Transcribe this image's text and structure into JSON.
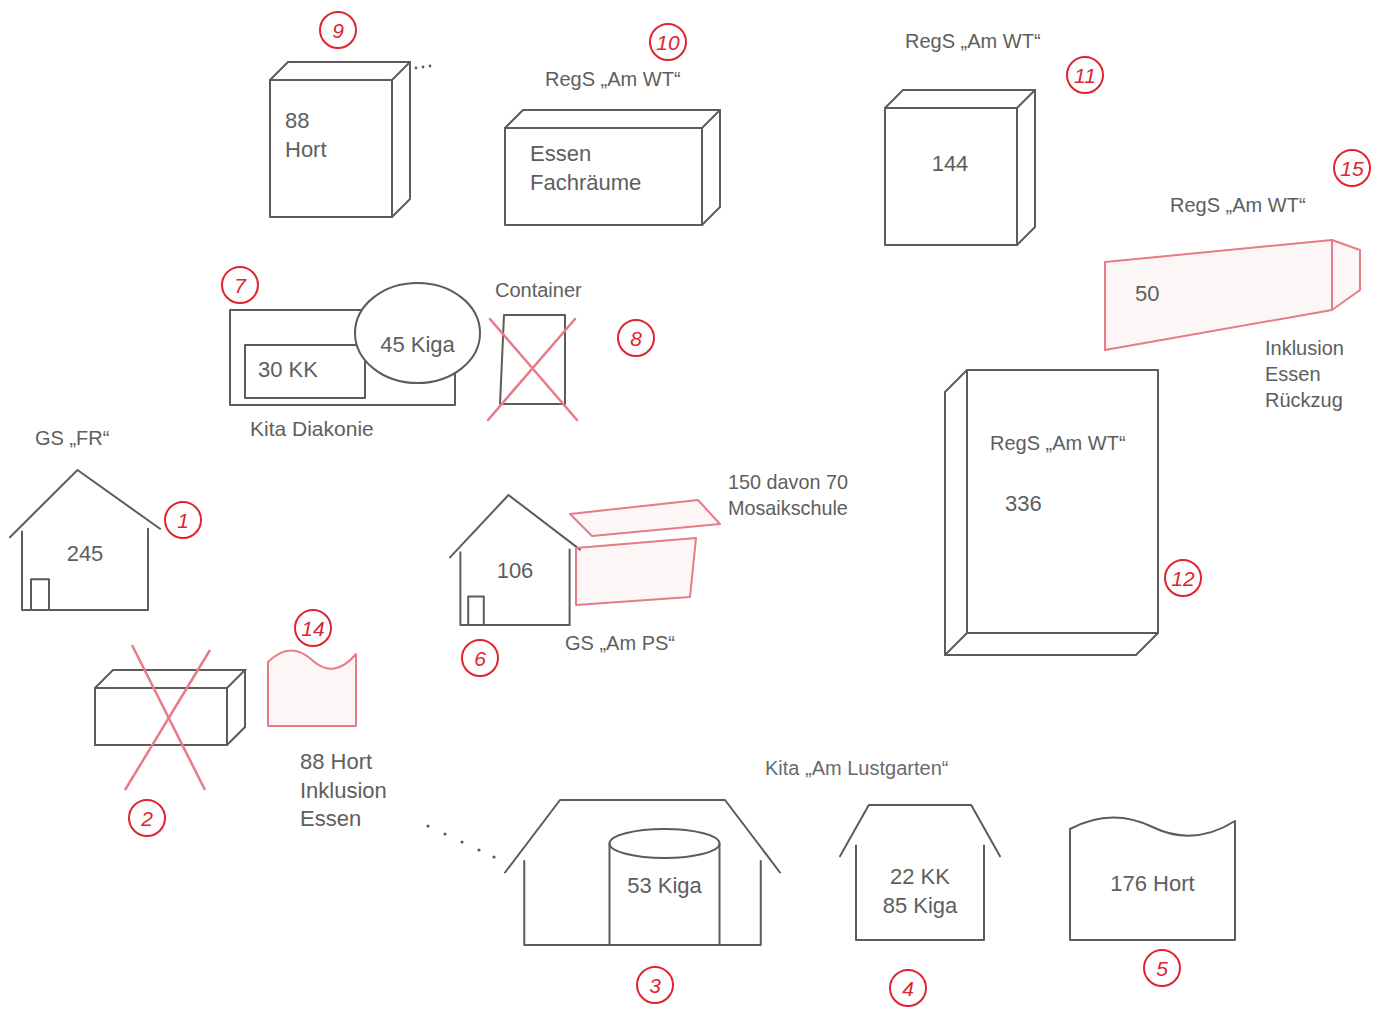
{
  "diagram": {
    "nodes": [
      {
        "text": [
          "88 Hort"
        ]
      },
      {
        "text": [
          "RegS „Am WT“",
          "Essen Fachräume"
        ]
      },
      {
        "text": [
          "RegS „Am WT“",
          "144"
        ]
      },
      {
        "text": [
          "RegS „Am WT“",
          "50",
          "Inklusion Essen Rückzug"
        ]
      },
      {
        "text": [
          "30 KK",
          "Kita Diakonie"
        ]
      },
      {
        "text": [
          "45 Kiga"
        ]
      },
      {
        "text": [
          "Container"
        ]
      },
      {
        "text": [
          "GS „FR“",
          "245"
        ]
      },
      {
        "text": [
          "106",
          "GS „Am PS“"
        ]
      },
      {
        "text": [
          "150 davon 70 Mosaikschule"
        ]
      },
      {
        "text": [
          "RegS „Am WT“",
          "336"
        ]
      },
      {
        "text": [
          "88 Hort Inklusion Essen"
        ]
      },
      {
        "text": [
          "53 Kiga"
        ]
      },
      {
        "text": [
          "22 KK 85 Kiga"
        ]
      },
      {
        "text": [
          "176 Hort"
        ]
      }
    ],
    "labels": [
      "9",
      "10",
      "11",
      "15",
      "7",
      "8",
      "1",
      "6",
      "12",
      "14",
      "2",
      "Kita „Am Lustgarten“",
      "3",
      "4",
      "5"
    ]
  }
}
